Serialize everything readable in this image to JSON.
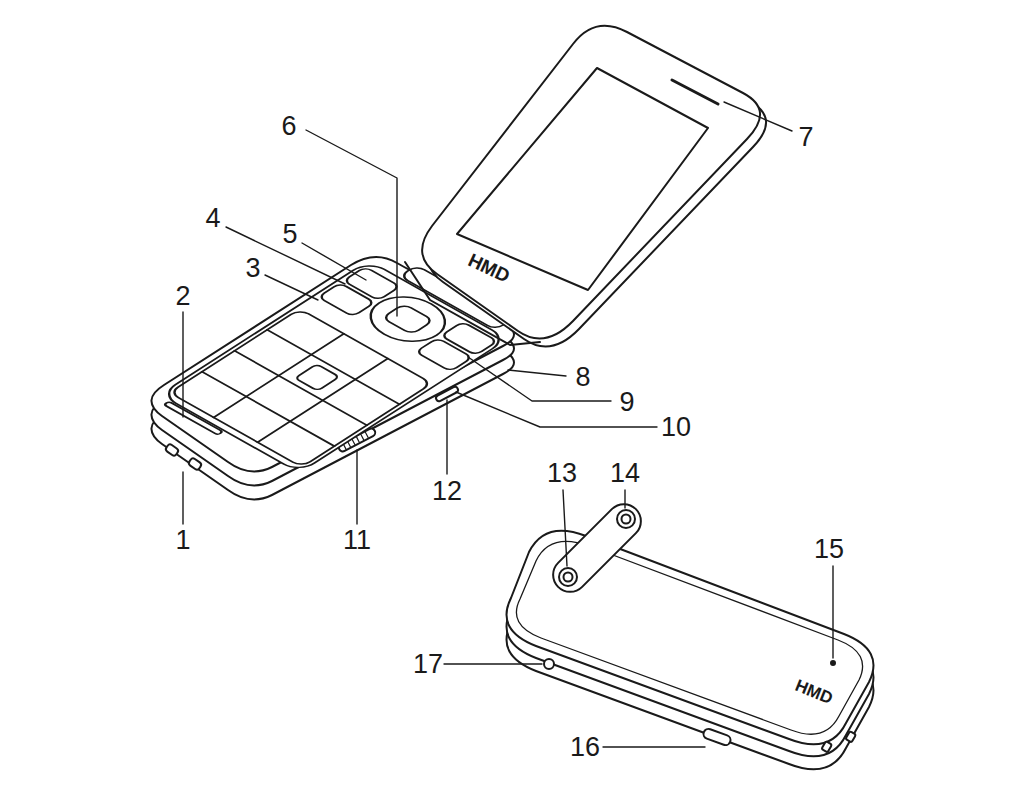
{
  "diagram": {
    "labels": [
      "1",
      "2",
      "3",
      "4",
      "5",
      "6",
      "7",
      "8",
      "9",
      "10",
      "11",
      "12",
      "13",
      "14",
      "15",
      "16",
      "17",
      "HMD",
      "HMD"
    ]
  }
}
